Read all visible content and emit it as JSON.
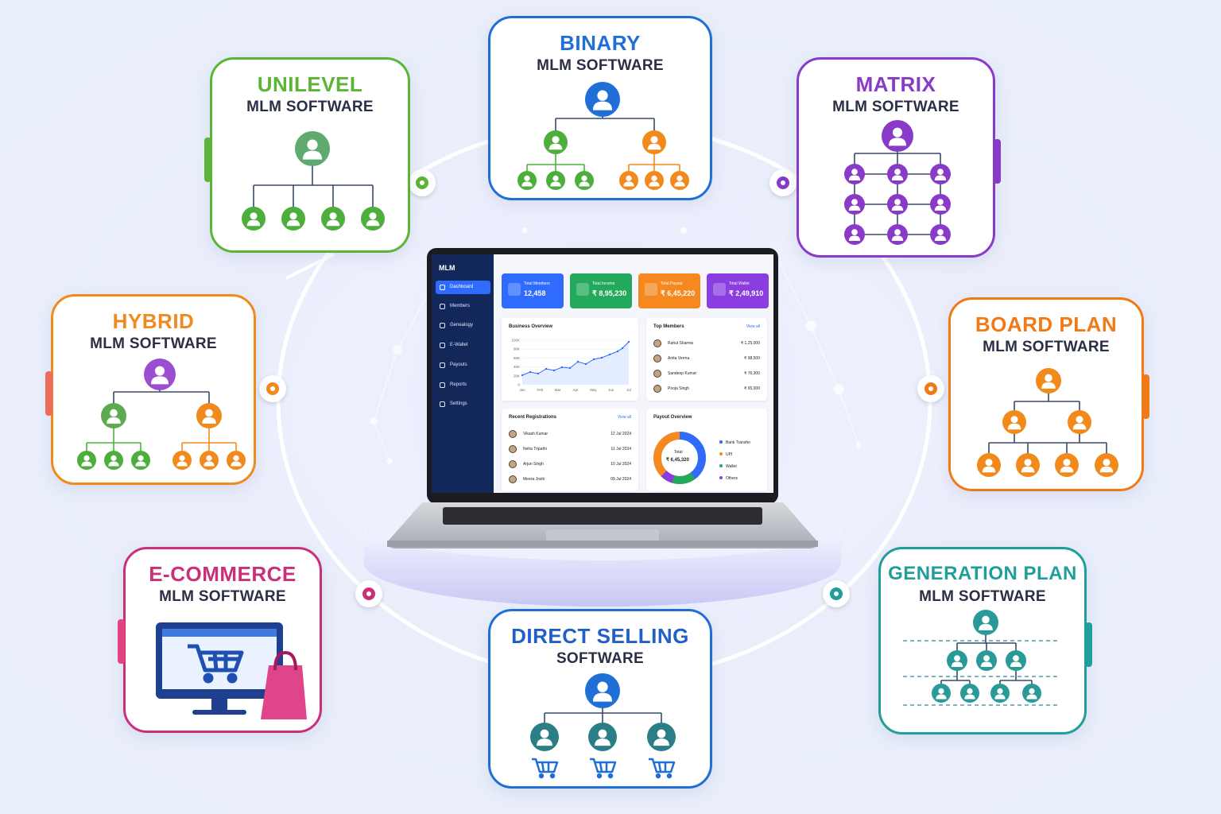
{
  "cards": [
    {
      "id": "unilevel",
      "title": "UNILEVEL",
      "subtitle": "MLM SOFTWARE",
      "color": "#5bb537"
    },
    {
      "id": "binary",
      "title": "BINARY",
      "subtitle": "MLM SOFTWARE",
      "color": "#1f6fd6"
    },
    {
      "id": "matrix",
      "title": "MATRIX",
      "subtitle": "MLM SOFTWARE",
      "color": "#8a3ac8"
    },
    {
      "id": "hybrid",
      "title": "HYBRID",
      "subtitle": "MLM SOFTWARE",
      "color": "#f08a1c"
    },
    {
      "id": "board",
      "title": "BOARD PLAN",
      "subtitle": "MLM SOFTWARE",
      "color": "#f07a16"
    },
    {
      "id": "ecommerce",
      "title": "E-COMMERCE",
      "subtitle": "MLM SOFTWARE",
      "color": "#cc2f7a"
    },
    {
      "id": "direct",
      "title": "DIRECT SELLING",
      "subtitle": "SOFTWARE",
      "color": "#1f5fc9"
    },
    {
      "id": "generation",
      "title": "GENERATION PLAN",
      "subtitle": "MLM SOFTWARE",
      "color": "#1f9e9a"
    }
  ],
  "colors": {
    "green": "#4caf3c",
    "orange": "#f28a1b",
    "blue": "#1f6fd6",
    "purple": "#8a3ac8",
    "teal": "#2a9a98",
    "pink": "#d63c86",
    "darkteal": "#2a7f86"
  },
  "dashboard": {
    "brand": "MLM",
    "nav": [
      "Dashboard",
      "Members",
      "Genealogy",
      "E-Wallet",
      "Payouts",
      "Reports",
      "Settings"
    ],
    "stats": [
      {
        "label": "Total Members",
        "value": "12,458",
        "color": "#2f6bff"
      },
      {
        "label": "Total Income",
        "value": "₹ 8,95,230",
        "color": "#22a95b"
      },
      {
        "label": "Total Payout",
        "value": "₹ 6,45,220",
        "color": "#f5891f"
      },
      {
        "label": "Total Wallet",
        "value": "₹ 2,49,910",
        "color": "#8b3ee0"
      }
    ],
    "business_overview": {
      "title": "Business Overview",
      "y_ticks": [
        "100K",
        "80K",
        "60K",
        "40K",
        "20K",
        "0"
      ],
      "x_ticks": [
        "Jan",
        "Feb",
        "Mar",
        "Apr",
        "May",
        "Jun",
        "Jul"
      ]
    },
    "top_members": {
      "title": "Top Members",
      "view_all": "View all",
      "rows": [
        {
          "name": "Rahul Sharma",
          "value": "₹ 1,25,000"
        },
        {
          "name": "Anita Verma",
          "value": "₹ 98,500"
        },
        {
          "name": "Sandeep Kumar",
          "value": "₹ 76,300"
        },
        {
          "name": "Pooja Singh",
          "value": "₹ 65,000"
        }
      ]
    },
    "recent_registrations": {
      "title": "Recent Registrations",
      "view_all": "View all",
      "rows": [
        {
          "name": "Vikash Kumar",
          "value": "12 Jul 2024"
        },
        {
          "name": "Neha Tripathi",
          "value": "11 Jul 2024"
        },
        {
          "name": "Arjun Singh",
          "value": "10 Jul 2024"
        },
        {
          "name": "Meera Joshi",
          "value": "09 Jul 2024"
        }
      ]
    },
    "payout_overview": {
      "title": "Payout Overview",
      "center_label": "Total",
      "center_value": "₹ 6,45,320",
      "legend": [
        {
          "label": "Bank Transfer",
          "color": "#2f6bff"
        },
        {
          "label": "UPI",
          "color": "#f5891f"
        },
        {
          "label": "Wallet",
          "color": "#22a95b"
        },
        {
          "label": "Others",
          "color": "#8b3ee0"
        }
      ]
    }
  }
}
